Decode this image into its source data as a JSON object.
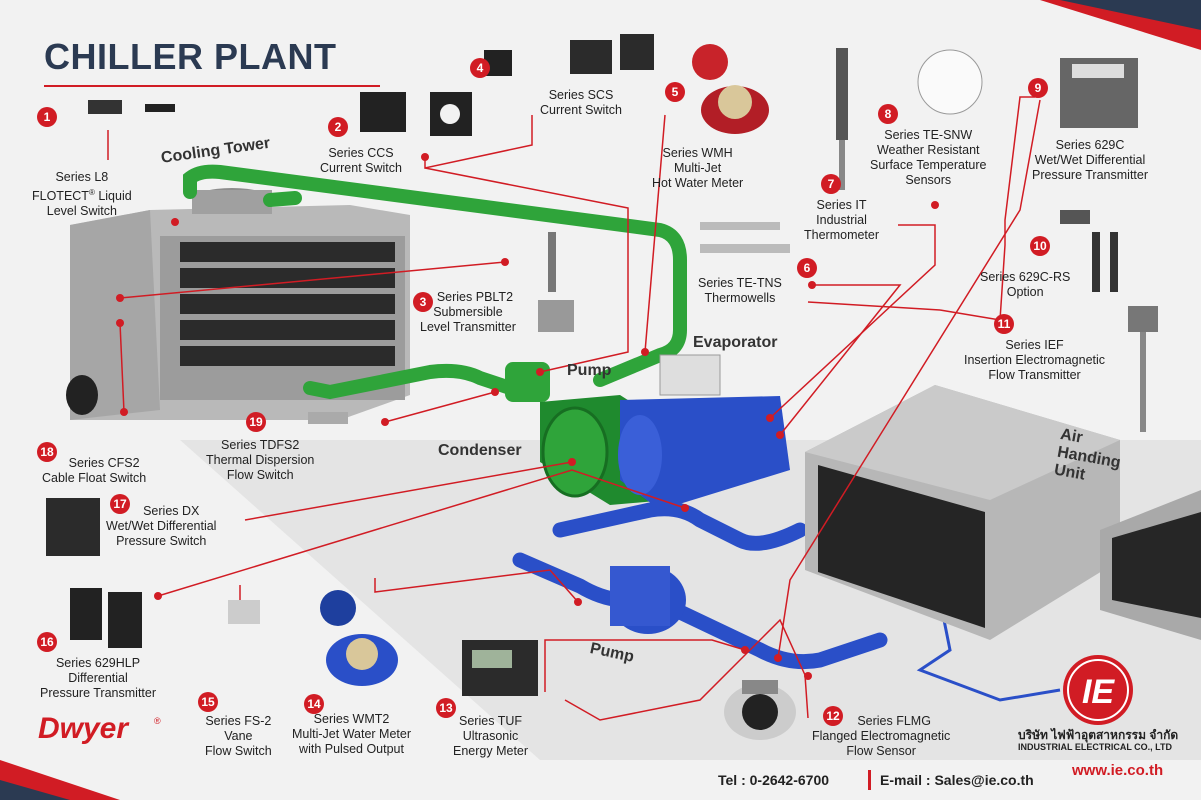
{
  "title": "CHILLER PLANT",
  "areas": {
    "cooling_tower": "Cooling Tower",
    "pump_top": "Pump",
    "evaporator": "Evaporator",
    "condenser": "Condenser",
    "pump_bottom": "Pump",
    "ahu_1": "Air",
    "ahu_2": "Handing",
    "ahu_3": "Unit"
  },
  "items": [
    {
      "num": "1",
      "lines": [
        "Series L8",
        "FLOTECT",
        "Level Switch"
      ],
      "flotect_tail": " Liquid"
    },
    {
      "num": "2",
      "lines": [
        "Series CCS",
        "Current Switch"
      ]
    },
    {
      "num": "3",
      "lines": [
        "Series PBLT2",
        "Submersible",
        "Level Transmitter"
      ]
    },
    {
      "num": "4",
      "lines": [
        "Series SCS",
        "Current Switch"
      ]
    },
    {
      "num": "5",
      "lines": [
        "Series WMH",
        "Multi-Jet",
        "Hot Water Meter"
      ]
    },
    {
      "num": "6",
      "lines": [
        "Series TE-TNS",
        "Thermowells"
      ]
    },
    {
      "num": "7",
      "lines": [
        "Series IT",
        "Industrial",
        "Thermometer"
      ]
    },
    {
      "num": "8",
      "lines": [
        "Series TE-SNW",
        "Weather Resistant",
        "Surface Temperature",
        "Sensors"
      ]
    },
    {
      "num": "9",
      "lines": [
        "Series 629C",
        "Wet/Wet Differential",
        "Pressure Transmitter"
      ]
    },
    {
      "num": "10",
      "lines": [
        "Series 629C-RS",
        "Option"
      ]
    },
    {
      "num": "11",
      "lines": [
        "Series IEF",
        "Insertion Electromagnetic",
        "Flow Transmitter"
      ]
    },
    {
      "num": "12",
      "lines": [
        "Series FLMG",
        "Flanged Electromagnetic",
        "Flow Sensor"
      ]
    },
    {
      "num": "13",
      "lines": [
        "Series TUF",
        "Ultrasonic",
        "Energy Meter"
      ]
    },
    {
      "num": "14",
      "lines": [
        "Series WMT2",
        "Multi-Jet Water Meter",
        "with Pulsed Output"
      ]
    },
    {
      "num": "15",
      "lines": [
        "Series FS-2",
        "Vane",
        "Flow Switch"
      ]
    },
    {
      "num": "16",
      "lines": [
        "Series 629HLP",
        "Differential",
        "Pressure Transmitter"
      ]
    },
    {
      "num": "17",
      "lines": [
        "Series DX",
        "Wet/Wet Differential",
        "Pressure Switch"
      ]
    },
    {
      "num": "18",
      "lines": [
        "Series CFS2",
        "Cable Float Switch"
      ]
    },
    {
      "num": "19",
      "lines": [
        "Series TDFS2",
        "Thermal Dispersion",
        "Flow Switch"
      ]
    }
  ],
  "footer": {
    "tel": "Tel : 0-2642-6700",
    "email": "E-mail : Sales@ie.co.th",
    "url": "www.ie.co.th",
    "company_th": "บริษัท ไฟฟ้าอุตสาหกรรม จำกัด",
    "company_en": "INDUSTRIAL ELECTRICAL CO., LTD",
    "ie_logo": "IE",
    "dwyer": "Dwyer"
  },
  "colors": {
    "accent": "#d11c24",
    "title": "#2b3a52",
    "green_pipe": "#2fa43a",
    "blue_pipe": "#2a4fc8"
  }
}
